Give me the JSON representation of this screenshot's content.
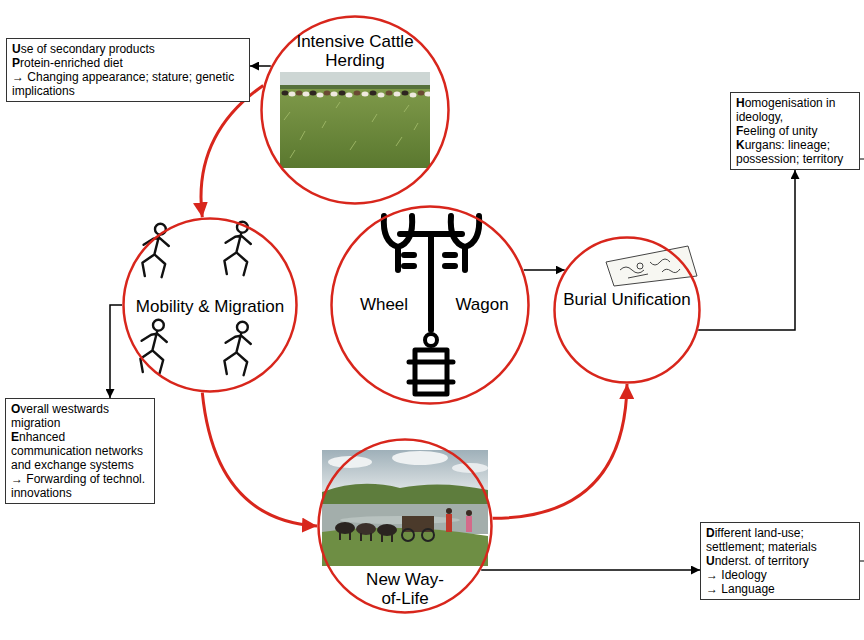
{
  "diagram": {
    "nodes": [
      {
        "text": [
          "Use of secondary products",
          "Protein-enriched diet",
          "→ Changing appearance; stature; genetic implications"
        ]
      },
      {
        "text": [
          "Intensive Cattle Herding"
        ]
      },
      {
        "text": [
          "Homogenisation in ideology,",
          "Feeling of unity",
          "Kurgans: lineage; possession; territory"
        ]
      },
      {
        "text": [
          "Mobility & Migration"
        ]
      },
      {
        "text": [
          "Wheel",
          "Wagon"
        ]
      },
      {
        "text": [
          "Burial Unification"
        ]
      },
      {
        "text": [
          "Overall westwards migration",
          "Enhanced communication networks and exchange systems",
          "→ Forwarding of technol. innovations"
        ]
      },
      {
        "text": [
          "New Way-of-Life"
        ]
      },
      {
        "text": [
          "Different land-use; settlement; materials",
          "Underst. of territory",
          "→ Ideology",
          "→ Language"
        ]
      }
    ],
    "edges": [
      {
        "from": 1,
        "to": 0,
        "arrow": "to"
      },
      {
        "from": 1,
        "to": 3,
        "arrow": "to"
      },
      {
        "from": 3,
        "to": 7,
        "arrow": "to"
      },
      {
        "from": 7,
        "to": 5,
        "arrow": "to"
      },
      {
        "from": 3,
        "to": 6,
        "arrow": "to"
      },
      {
        "from": 4,
        "to": 5,
        "arrow": "to"
      },
      {
        "from": 5,
        "to": 2,
        "arrow": "to"
      },
      {
        "from": 7,
        "to": 8,
        "arrow": "to"
      }
    ]
  }
}
